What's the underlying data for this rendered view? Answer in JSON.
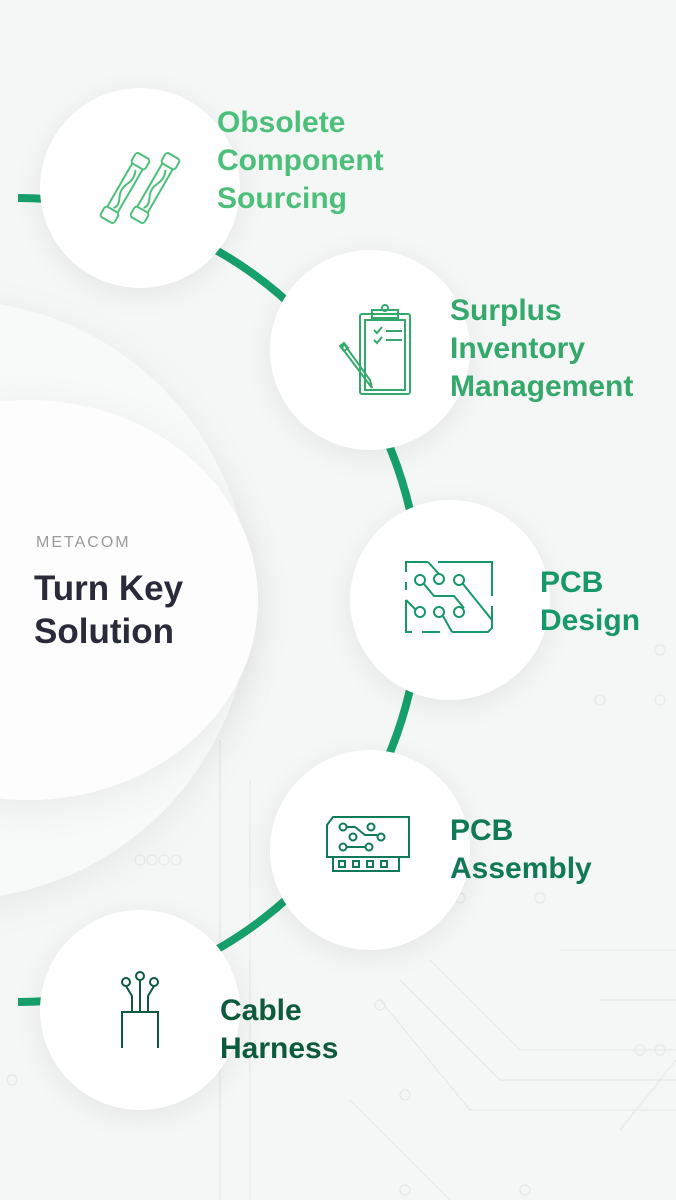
{
  "brand": "METACOM",
  "title_line1": "Turn Key",
  "title_line2": "Solution",
  "services": [
    {
      "lines": [
        "Obsolete",
        "Component",
        "Sourcing"
      ],
      "icon": "fuse-icon",
      "color": "#4cc07a"
    },
    {
      "lines": [
        "Surplus",
        "Inventory",
        "Management"
      ],
      "icon": "clipboard-icon",
      "color": "#35a96c"
    },
    {
      "lines": [
        "PCB",
        "Design"
      ],
      "icon": "circuit-icon",
      "color": "#179868"
    },
    {
      "lines": [
        "PCB",
        "Assembly"
      ],
      "icon": "pcb-board-icon",
      "color": "#0f7a55"
    },
    {
      "lines": [
        "Cable",
        "Harness"
      ],
      "icon": "cable-icon",
      "color": "#0d5a3d"
    }
  ],
  "arc_color": "#17a06c"
}
